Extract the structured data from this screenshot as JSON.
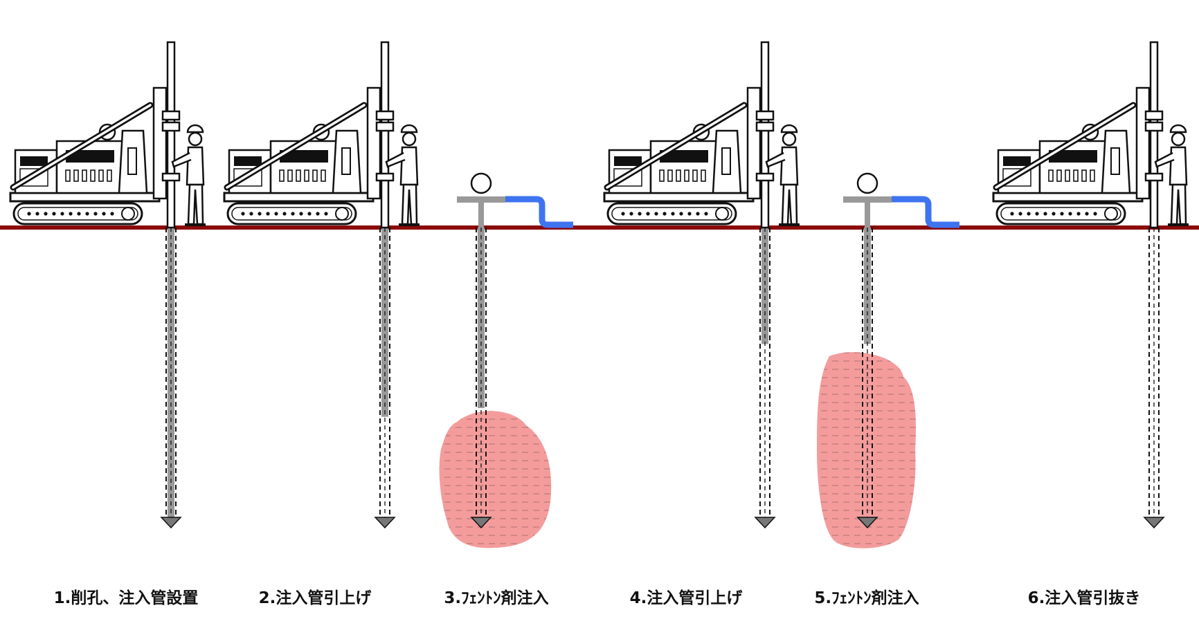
{
  "colors": {
    "ground": "#8b0a0a",
    "pipe_gray": "#999999",
    "hose_blue": "#3f74f0",
    "plume_red": "#f28b8b",
    "outline": "#111111"
  },
  "steps": [
    {
      "label": "1.削孔、注入管設置",
      "type": "rig",
      "pipe_fill": 1.0
    },
    {
      "label": "2.注入管引上げ",
      "type": "rig",
      "pipe_fill": 0.65
    },
    {
      "label": "3.ﾌｪﾝﾄﾝ剤注入",
      "type": "inject",
      "pipe_fill": 0.62
    },
    {
      "label": "4.注入管引上げ",
      "type": "rig",
      "pipe_fill": 0.4
    },
    {
      "label": "5.ﾌｪﾝﾄﾝ剤注入",
      "type": "inject",
      "pipe_fill": 0.4
    },
    {
      "label": "6.注入管引抜き",
      "type": "rig",
      "pipe_fill": 0.0
    }
  ]
}
